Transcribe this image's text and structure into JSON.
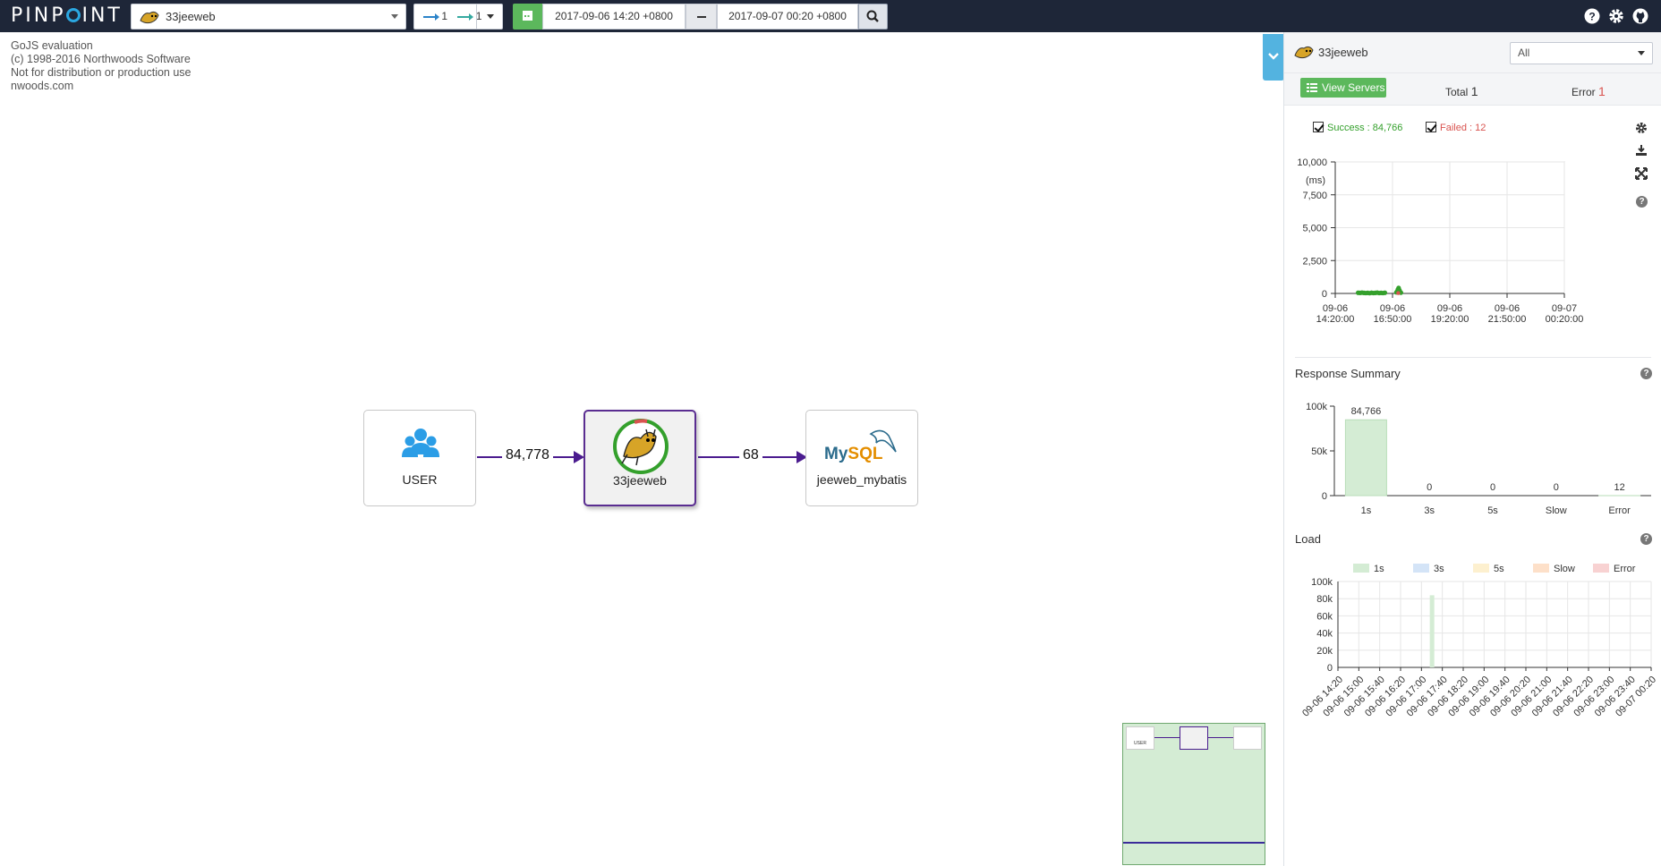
{
  "header": {
    "logo_prefix": "PINP",
    "logo_suffix": "INT",
    "app_name": "33jeeweb",
    "inbound_depth": "1",
    "outbound_depth": "1",
    "date_from": "2017-09-06 14:20 +0800",
    "date_to": "2017-09-07 00:20 +0800",
    "icons": [
      "help-icon",
      "settings-icon",
      "github-icon"
    ]
  },
  "watermark": {
    "lines": [
      "GoJS evaluation",
      "(c) 1998-2016 Northwoods Software",
      "Not for distribution or production use",
      "nwoods.com"
    ]
  },
  "server_map": {
    "nodes": [
      {
        "id": "user",
        "label": "USER",
        "icon": "users-icon"
      },
      {
        "id": "app",
        "label": "33jeeweb",
        "icon": "tomcat-icon"
      },
      {
        "id": "db",
        "label": "jeeweb_mybatis",
        "icon": "mysql-logo"
      }
    ],
    "edges": [
      {
        "from": "user",
        "to": "app",
        "label": "84,778"
      },
      {
        "from": "app",
        "to": "db",
        "label": "68"
      }
    ],
    "mysql_text_1": "My",
    "mysql_text_2": "SQL",
    "overview_user": "USER"
  },
  "panel": {
    "app_name": "33jeeweb",
    "agent_filter": "All",
    "view_servers_label": "View Servers",
    "total_label": "Total",
    "total_value": "1",
    "error_label": "Error",
    "error_value": "1",
    "success_label": "Success : 84,766",
    "failed_label": "Failed : 12",
    "response_summary_title": "Response Summary",
    "load_title": "Load",
    "colors": {
      "success": "#34a02c",
      "failed": "#d9534f",
      "bar_1s": "#d4ecd4",
      "edge": "#4b1c8f"
    }
  },
  "chart_data": [
    {
      "type": "scatter",
      "name": "response-time-scatter",
      "ylabel": "(ms)",
      "ylim": [
        0,
        10000
      ],
      "y_ticks": [
        "10,000",
        "7,500",
        "5,000",
        "2,500",
        "0"
      ],
      "x_ticks": [
        [
          "09-06",
          "14:20:00"
        ],
        [
          "09-06",
          "16:50:00"
        ],
        [
          "09-06",
          "19:20:00"
        ],
        [
          "09-06",
          "21:50:00"
        ],
        [
          "09-07",
          "00:20:00"
        ]
      ],
      "series": [
        {
          "name": "Success",
          "points": [
            [
              60,
              50
            ],
            [
              65,
              40
            ],
            [
              70,
              60
            ],
            [
              75,
              40
            ],
            [
              80,
              30
            ],
            [
              85,
              40
            ],
            [
              90,
              20
            ],
            [
              95,
              50
            ],
            [
              100,
              30
            ],
            [
              105,
              40
            ],
            [
              110,
              60
            ],
            [
              115,
              30
            ],
            [
              120,
              40
            ],
            [
              125,
              30
            ],
            [
              130,
              50
            ],
            [
              160,
              80
            ],
            [
              162,
              150
            ],
            [
              164,
              300
            ],
            [
              166,
              420
            ],
            [
              168,
              260
            ],
            [
              170,
              120
            ],
            [
              172,
              60
            ]
          ]
        },
        {
          "name": "Failed",
          "points": [
            [
              165,
              30
            ]
          ]
        }
      ],
      "x_unit": "minutes since 2017-09-06 14:20"
    },
    {
      "type": "bar",
      "name": "response-summary",
      "categories": [
        "1s",
        "3s",
        "5s",
        "Slow",
        "Error"
      ],
      "values": [
        84766,
        0,
        0,
        0,
        12
      ],
      "value_labels": [
        "84,766",
        "0",
        "0",
        "0",
        "12"
      ],
      "ylim": [
        0,
        100000
      ],
      "y_ticks": [
        "100k",
        "50k",
        "0"
      ]
    },
    {
      "type": "bar",
      "name": "load",
      "legend": [
        "1s",
        "3s",
        "5s",
        "Slow",
        "Error"
      ],
      "legend_colors": [
        "#d4ecd4",
        "#d4e4f7",
        "#fdf0cf",
        "#fde0c9",
        "#f8d2d2"
      ],
      "categories": [
        "09-06 14:20",
        "09-06 15:00",
        "09-06 15:40",
        "09-06 16:20",
        "09-06 17:00",
        "09-06 17:40",
        "09-06 18:20",
        "09-06 19:00",
        "09-06 19:40",
        "09-06 20:20",
        "09-06 21:00",
        "09-06 21:40",
        "09-06 22:20",
        "09-06 23:00",
        "09-06 23:40",
        "09-07 00:20"
      ],
      "series": [
        {
          "name": "1s",
          "values": [
            0,
            0,
            0,
            0,
            0,
            0,
            0,
            0,
            0,
            0,
            0,
            0,
            0,
            0,
            0,
            0
          ]
        }
      ],
      "spike": {
        "after_category": "09-06 16:20",
        "fraction": 0.6,
        "value": 84000
      },
      "ylim": [
        0,
        100000
      ],
      "y_ticks": [
        "100k",
        "80k",
        "60k",
        "40k",
        "20k",
        "0"
      ]
    }
  ]
}
